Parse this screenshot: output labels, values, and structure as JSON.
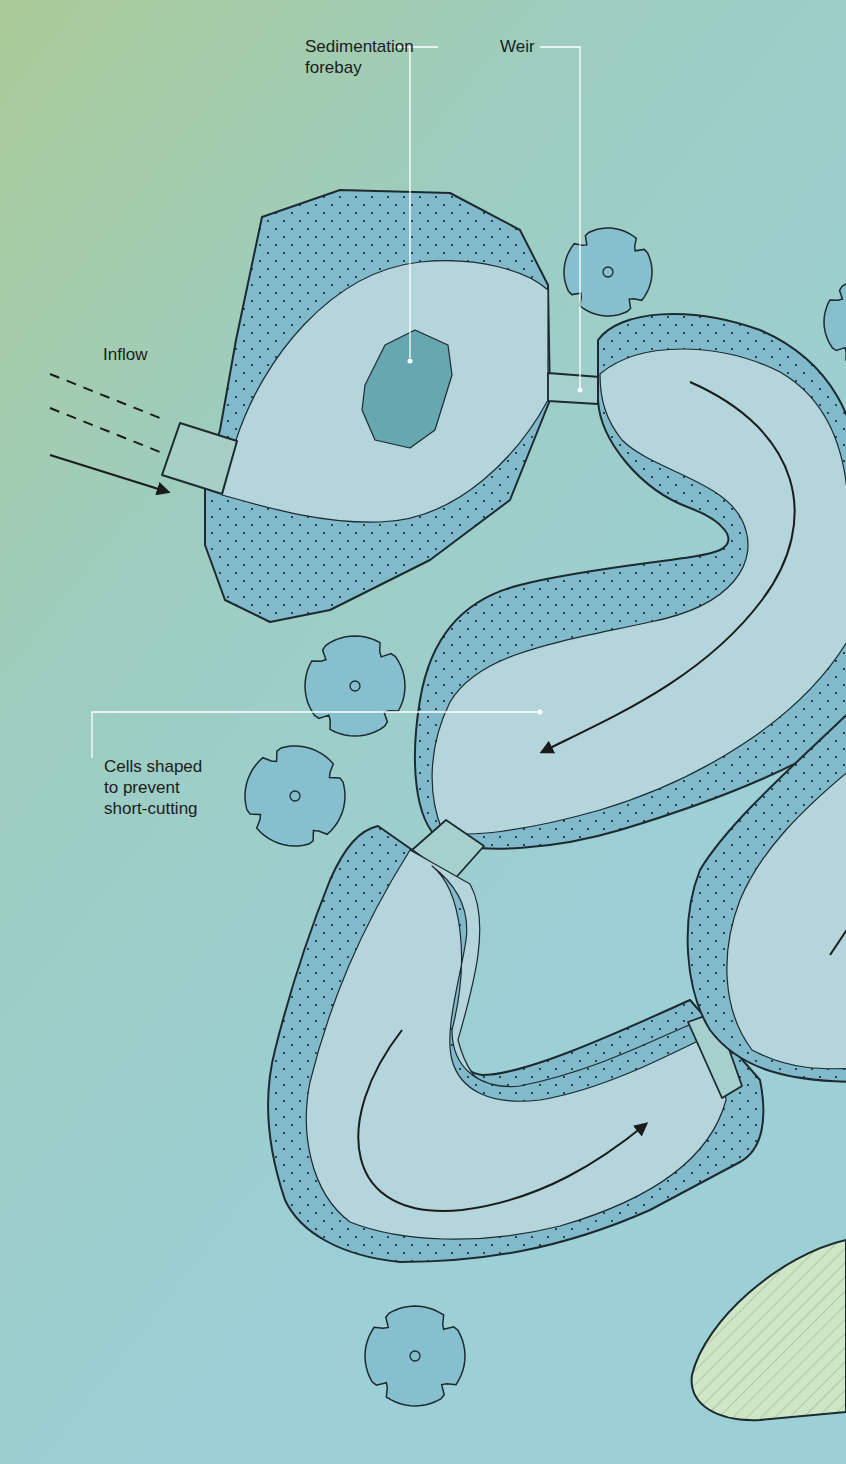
{
  "diagram": {
    "labels": [
      "Sedimentation forebay",
      "Weir",
      "Inflow",
      "Cells shaped to prevent short-cutting"
    ]
  }
}
